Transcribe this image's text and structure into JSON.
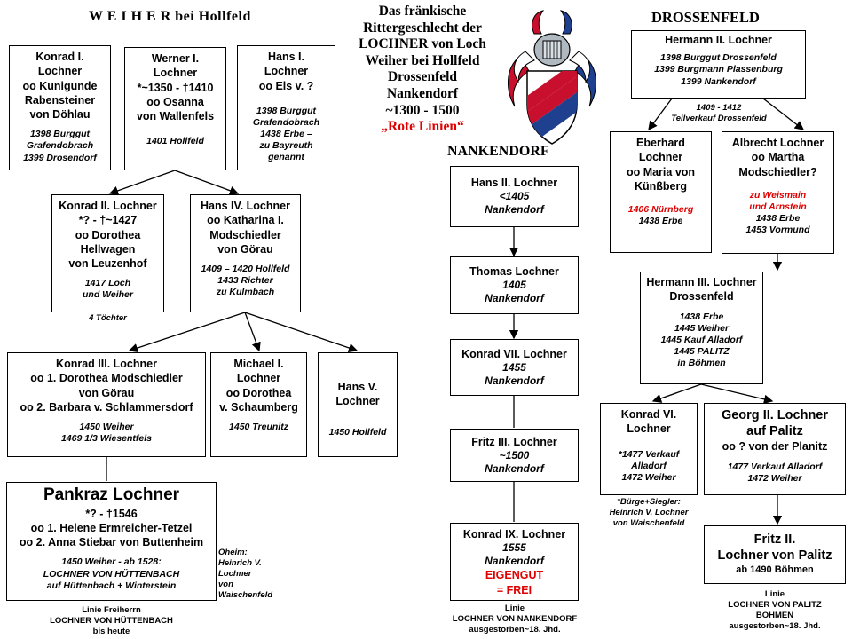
{
  "headings": {
    "weiher": "W E I H E R  bei Hollfeld",
    "drossenfeld": "DROSSENFELD",
    "nankendorf": "NANKENDORF"
  },
  "title": {
    "line1": "Das fränkische",
    "line2": "Rittergeschlecht der",
    "line3": "LOCHNER von Loch",
    "line4": "Weiher bei Hollfeld",
    "line5": "Drossenfeld",
    "line6": "Nankendorf",
    "line7": "~1300 - 1500",
    "line8": "„Rote Linien“"
  },
  "coat_of_arms": {
    "icon": "coat-of-arms-icon",
    "colors": [
      "#c8102e",
      "#1f3f8f",
      "#ffffff",
      "#b0b8c0"
    ]
  },
  "weiher": {
    "konrad1": {
      "name": "Konrad I.\nLochner\noo Kunigunde\nRabensteiner\nvon Döhlau",
      "details": "1398 Burggut\nGrafendobrach\n1399 Drosendorf"
    },
    "werner1": {
      "name": "Werner I.\nLochner\n*~1350 - †1410\noo Osanna\nvon Wallenfels",
      "details": "1401 Hollfeld"
    },
    "hans1": {
      "name": "Hans I.\nLochner\noo Els v. ?",
      "details": "1398 Burggut\nGrafendobrach\n1438 Erbe –\nzu Bayreuth\ngenannt"
    },
    "konrad2": {
      "name": "Konrad II. Lochner\n*? -  †~1427\noo Dorothea\nHellwagen\nvon Leuzenhof",
      "details": "1417 Loch\nund Weiher"
    },
    "konrad2_note": "4 Töchter",
    "hans4": {
      "name": "Hans IV. Lochner\noo Katharina I.\nModschiedler\nvon Görau",
      "details": "1409 – 1420 Hollfeld\n1433 Richter\nzu Kulmbach"
    },
    "konrad3": {
      "name": "Konrad III. Lochner\noo 1. Dorothea Modschiedler\nvon Görau\noo 2. Barbara v. Schlammersdorf",
      "details": "1450 Weiher\n1469  1/3 Wiesentfels"
    },
    "michael1": {
      "name": "Michael I.\nLochner\noo Dorothea\nv. Schaumberg",
      "details": "1450 Treunitz"
    },
    "hans5": {
      "name": "Hans V.\nLochner",
      "details": "1450 Hollfeld"
    },
    "pankraz": {
      "name": "Pankraz Lochner",
      "life": "*? - †1546",
      "spouses": "oo 1. Helene Ermreicher-Tetzel\noo 2. Anna Stiebar von Buttenheim",
      "details": "1450 Weiher - ab 1528:\nLOCHNER VON HÜTTENBACH\nauf Hüttenbach + Winterstein"
    },
    "oheim_note": "Oheim:\nHeinrich V.\nLochner\nvon\nWaischenfeld",
    "line_note": "Linie Freiherrn\nLOCHNER  VON  HÜTTENBACH\nbis heute"
  },
  "nankendorf": {
    "hans2": {
      "name": "Hans II. Lochner",
      "details": "<1405\nNankendorf"
    },
    "thomas": {
      "name": "Thomas Lochner",
      "details": "1405\nNankendorf"
    },
    "konrad7": {
      "name": "Konrad VII. Lochner",
      "details": "1455\nNankendorf"
    },
    "fritz3": {
      "name": "Fritz III. Lochner",
      "details": "~1500\nNankendorf"
    },
    "konrad9": {
      "name": "Konrad IX. Lochner",
      "details": "1555\nNankendorf",
      "red": "EIGENGUT\n= FREI"
    },
    "line_note": "Linie\nLOCHNER  VON  NANKENDORF\nausgestorben~18. Jhd."
  },
  "drossenfeld": {
    "hermann2": {
      "name": "Hermann II. Lochner",
      "details": "1398 Burggut Drossenfeld\n1399 Burgmann Plassenburg\n1399 Nankendorf"
    },
    "split_note": "1409 - 1412\nTeilverkauf Drossenfeld",
    "eberhard": {
      "name": "Eberhard\nLochner\noo Maria von\nKünßberg",
      "red": "1406 Nürnberg",
      "details": "1438 Erbe"
    },
    "albrecht": {
      "name": "Albrecht Lochner\noo Martha\nModschiedler?",
      "red": "zu Weismain\nund Arnstein",
      "details": "1438 Erbe\n1453 Vormund"
    },
    "hermann3": {
      "name": "Hermann III. Lochner\nDrossenfeld",
      "details": "1438 Erbe\n1445 Weiher\n1445 Kauf Alladorf\n1445 PALITZ\nin Böhmen"
    },
    "konrad6": {
      "name": "Konrad VI.\nLochner",
      "details": "*1477 Verkauf\nAlladorf\n1472 Weiher"
    },
    "buerge_note": "*Bürge+Siegler:\nHeinrich V. Lochner\nvon Waischenfeld",
    "georg2": {
      "name": "Georg II. Lochner\nauf Palitz",
      "spouse": "oo ? von der Planitz",
      "details": "1477 Verkauf Alladorf\n1472 Weiher"
    },
    "fritz2": {
      "name": "Fritz II.\nLochner von Palitz",
      "details": "ab 1490 Böhmen"
    },
    "line_note": "Linie\nLOCHNER  VON PALITZ\nBÖHMEN\nausgestorben~18. Jhd."
  }
}
